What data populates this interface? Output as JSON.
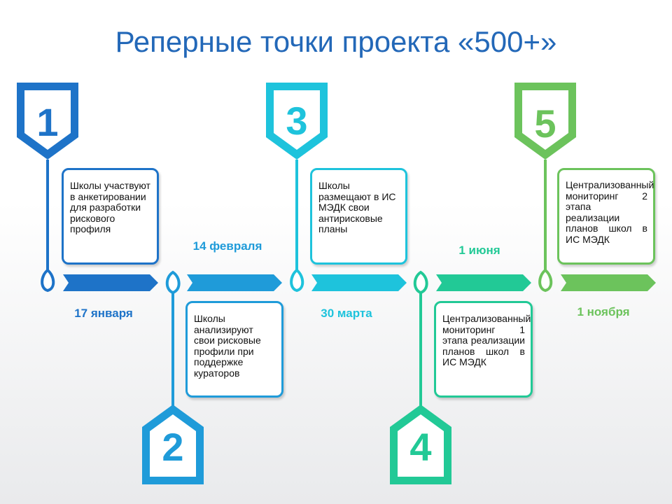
{
  "title": "Реперные точки проекта «500+»",
  "milestones": [
    {
      "number": "1",
      "date": "17 января",
      "text": "Школы участвуют в анкетировании для разработки рискового профиля",
      "color": "#1e73c8"
    },
    {
      "number": "2",
      "date": "14 февраля",
      "text": "Школы анализируют свои рисковые профили при поддержке кураторов",
      "color": "#1f9bd9"
    },
    {
      "number": "3",
      "date": "30 марта",
      "text": "Школы размещают в ИС МЭДК свои антирисковые планы",
      "color": "#1ec3dc"
    },
    {
      "number": "4",
      "date": "1 июня",
      "text": "Централизованный мониторинг 1 этапа реализации планов школ в ИС МЭДК",
      "color": "#22c996"
    },
    {
      "number": "5",
      "date": "1 ноября",
      "text": "Централизованный мониторинг 2 этапа реализации планов школ в ИС МЭДК",
      "color": "#6cc35c"
    }
  ],
  "colors": {
    "title": "#2368b8",
    "background": "#ffffff"
  }
}
